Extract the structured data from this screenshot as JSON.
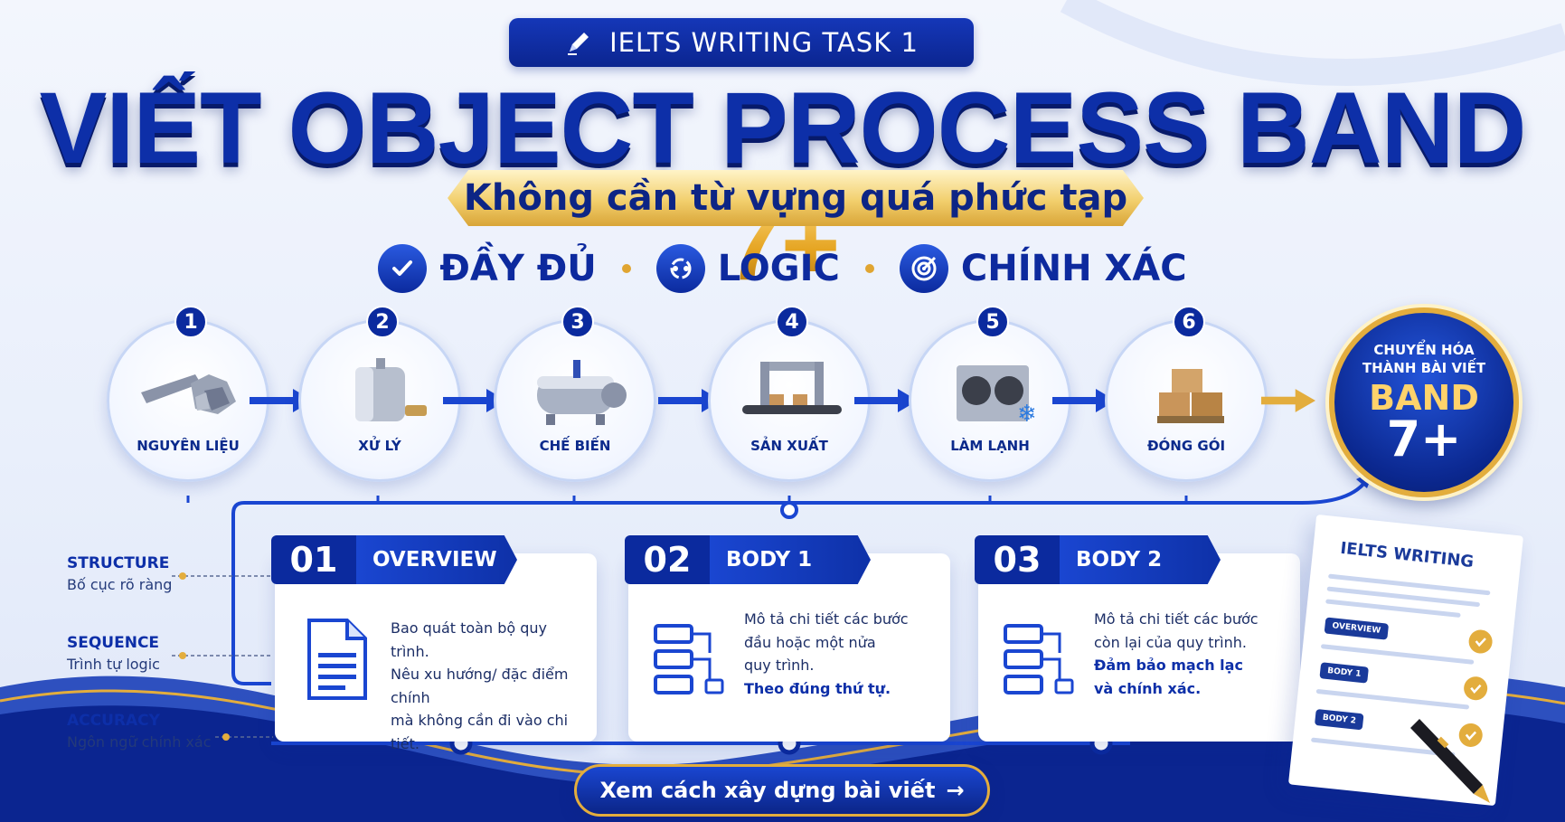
{
  "header": {
    "badge_label": "IELTS WRITING TASK 1",
    "title_main": "VIẾT OBJECT PROCESS BAND ",
    "title_accent": "7+",
    "subtitle": "Không cần từ vựng quá phức tạp"
  },
  "pillars": [
    {
      "label": "ĐẦY ĐỦ",
      "icon": "check-circle-icon"
    },
    {
      "label": "LOGIC",
      "icon": "flow-cycle-icon"
    },
    {
      "label": "CHÍNH XÁC",
      "icon": "target-icon"
    }
  ],
  "steps": [
    {
      "num": "1",
      "label": "NGUYÊN LIỆU",
      "icon": "raw-material-icon"
    },
    {
      "num": "2",
      "label": "XỬ LÝ",
      "icon": "tank-icon"
    },
    {
      "num": "3",
      "label": "CHẾ BIẾN",
      "icon": "machine-icon"
    },
    {
      "num": "4",
      "label": "SẢN XUẤT",
      "icon": "conveyor-icon"
    },
    {
      "num": "5",
      "label": "LÀM LẠNH",
      "icon": "cooling-unit-icon"
    },
    {
      "num": "6",
      "label": "ĐÓNG GÓI",
      "icon": "boxes-icon"
    }
  ],
  "band": {
    "line1": "CHUYỂN HÓA",
    "line2": "THÀNH BÀI VIẾT",
    "big": "BAND",
    "score": "7+"
  },
  "side_labels": [
    {
      "title": "STRUCTURE",
      "desc": "Bố cục rõ ràng"
    },
    {
      "title": "SEQUENCE",
      "desc": "Trình tự logic"
    },
    {
      "title": "ACCURACY",
      "desc": "Ngôn ngữ chính xác"
    }
  ],
  "cards": [
    {
      "num": "01",
      "title": "OVERVIEW",
      "lines": [
        "Bao quát toàn bộ quy trình.",
        "Nêu xu hướng/ đặc điểm chính",
        "mà không cần đi vào chi tiết."
      ],
      "strong": []
    },
    {
      "num": "02",
      "title": "BODY 1",
      "lines": [
        "Mô tả chi tiết các bước",
        "đầu hoặc một nửa",
        "quy trình."
      ],
      "strong": [
        "Theo đúng thứ tự."
      ]
    },
    {
      "num": "03",
      "title": "BODY 2",
      "lines": [
        "Mô tả chi tiết các bước",
        "còn lại của quy trình."
      ],
      "strong": [
        "Đảm bảo mạch lạc",
        "và chính xác."
      ]
    }
  ],
  "paper": {
    "title": "IELTS WRITING",
    "tags": [
      "OVERVIEW",
      "BODY 1",
      "BODY 2"
    ]
  },
  "cta": {
    "label": "Xem cách xây dựng bài viết",
    "arrow": "→"
  },
  "colors": {
    "primary": "#0b2a9e",
    "accent_gold": "#e3ad3d",
    "bg": "#eef2fb"
  }
}
